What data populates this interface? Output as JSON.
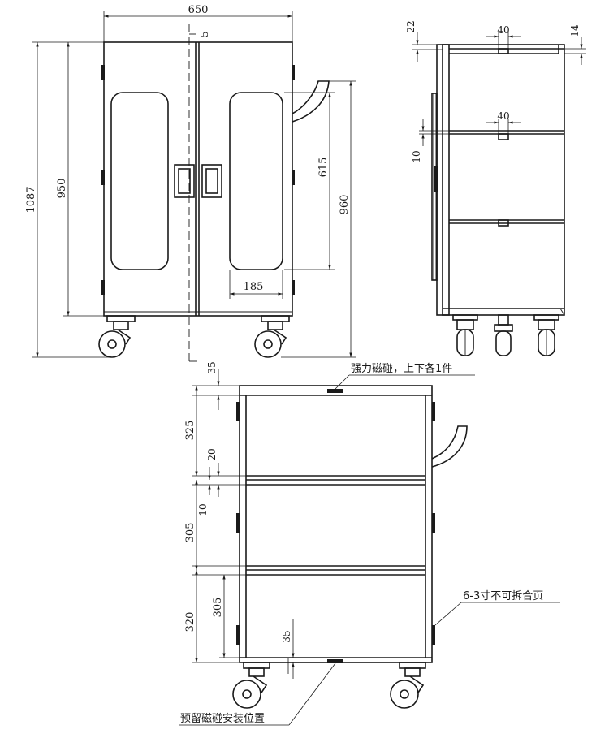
{
  "front_view": {
    "dim_width": "650",
    "dim_total_height": "1087",
    "dim_body_height": "950",
    "dim_window_height": "615",
    "dim_handle_height": "960",
    "dim_window_width": "185",
    "dim_door_gap": "5"
  },
  "side_view": {
    "dim_top_offset": "22",
    "dim_top_thickness": "14",
    "dim_top_magnet": "40",
    "dim_shelf_magnet": "40",
    "dim_shelf_thickness": "10"
  },
  "section_view": {
    "dim_top": "35",
    "dim_top_section": "325",
    "dim_shelf_thickness_a": "20",
    "dim_shelf_thickness_b": "10",
    "dim_mid_section": "305",
    "dim_lower_clear": "305",
    "dim_lower_section": "320",
    "dim_bottom": "35",
    "note_magnet": "强力磁碰，上下各1件",
    "note_hinge": "6-3寸不可拆合页",
    "note_magnet_position": "预留磁碰安装位置"
  }
}
